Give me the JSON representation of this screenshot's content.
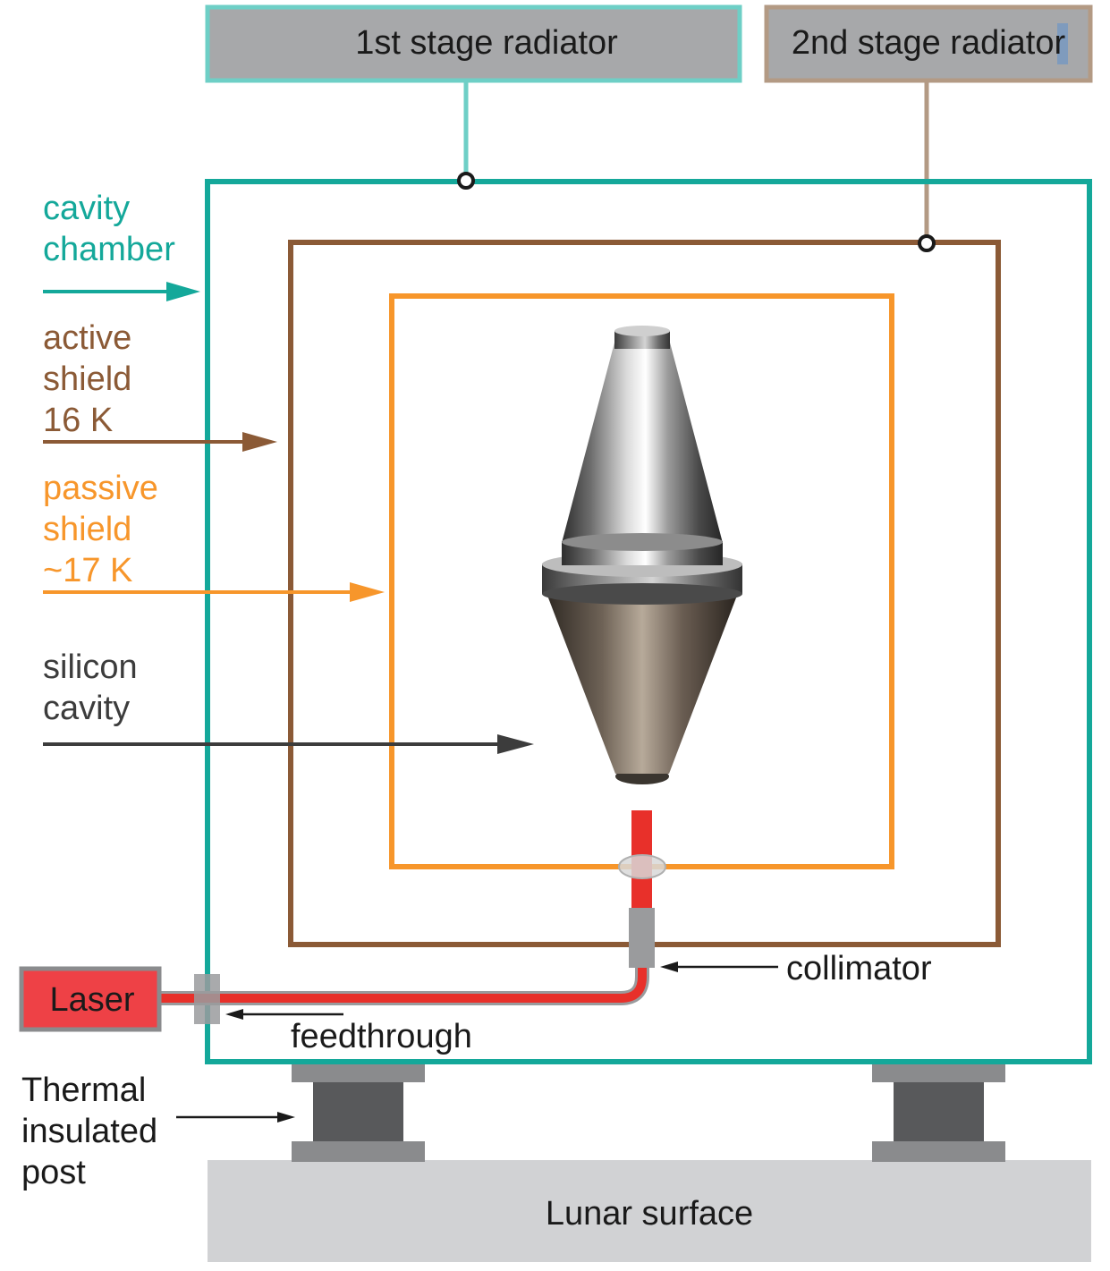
{
  "colors": {
    "chamber": "#14a89a",
    "active_shield": "#8b5a36",
    "passive_shield": "#f7962b",
    "silicon": "#3c3c3c",
    "radiator1_border": "#6ecfc6",
    "radiator2_border": "#b39a84",
    "radiator_fill": "#a7a8aa",
    "laser_fill": "#ee4146",
    "beam": "#e8302a",
    "post_dark": "#58595b",
    "post_light": "#8a8b8d",
    "lunar_surface": "#d1d2d4"
  },
  "radiators": {
    "first": "1st stage radiator",
    "second": "2nd stage radiator"
  },
  "labels": {
    "cavity_chamber": [
      "cavity",
      "chamber"
    ],
    "active_shield": [
      "active",
      "shield",
      "16 K"
    ],
    "passive_shield": [
      "passive",
      "shield",
      "~17 K"
    ],
    "silicon_cavity": [
      "silicon",
      "cavity"
    ],
    "thermal_post": [
      "Thermal",
      "insulated",
      "post"
    ],
    "collimator": "collimator",
    "feedthrough": "feedthrough",
    "laser": "Laser",
    "lunar_surface": "Lunar surface"
  }
}
